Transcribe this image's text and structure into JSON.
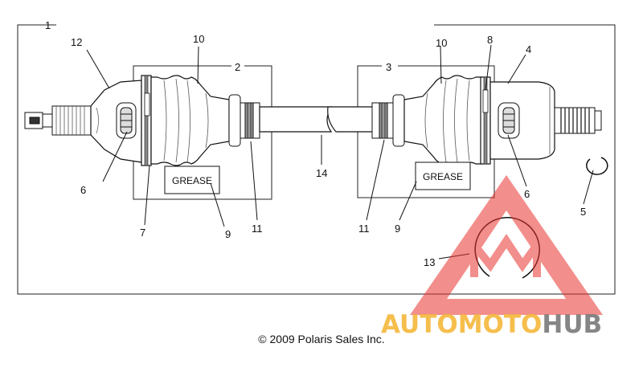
{
  "callouts": {
    "c1": "1",
    "c2": "2",
    "c3": "3",
    "c4": "4",
    "c5": "5",
    "c6a": "6",
    "c6b": "6",
    "c7": "7",
    "c8": "8",
    "c9a": "9",
    "c9b": "9",
    "c10a": "10",
    "c10b": "10",
    "c11a": "11",
    "c11b": "11",
    "c12": "12",
    "c13": "13",
    "c14": "14"
  },
  "grease_labels": [
    "GREASE",
    "GREASE"
  ],
  "copyright": "© 2009 Polaris Sales Inc.",
  "watermark": {
    "part1": "AUTOMOTO",
    "part2": "HUB",
    "color1": "#f5b73a",
    "color2": "#7a7a7a",
    "logo_color": "#e8322d"
  }
}
